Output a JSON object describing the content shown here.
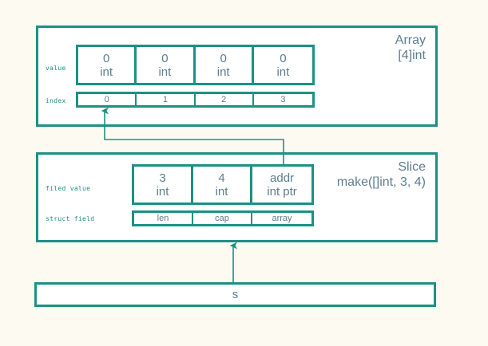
{
  "canvas": {
    "background_color": "#fdfaf1",
    "accent_color": "#1b9183",
    "text_color": "#5d7d91"
  },
  "array_section": {
    "title_line1": "Array",
    "title_line2": "[4]int",
    "value_row_label": "value",
    "index_row_label": "index",
    "values": [
      {
        "value": "0",
        "type": "int"
      },
      {
        "value": "0",
        "type": "int"
      },
      {
        "value": "0",
        "type": "int"
      },
      {
        "value": "0",
        "type": "int"
      }
    ],
    "indexes": [
      "0",
      "1",
      "2",
      "3"
    ]
  },
  "slice_section": {
    "title_line1": "Slice",
    "title_line2": "make([]int, 3, 4)",
    "value_row_label": "filed value",
    "field_row_label": "struct field",
    "values": [
      {
        "value": "3",
        "type": "int"
      },
      {
        "value": "4",
        "type": "int"
      },
      {
        "value": "addr",
        "type": "int ptr"
      }
    ],
    "fields": [
      "len",
      "cap",
      "array"
    ]
  },
  "variable_section": {
    "name": "s"
  },
  "connectors": [
    {
      "name": "array-pointer-to-index0",
      "from": "slice.array field",
      "to": "array index 0"
    },
    {
      "name": "variable-to-slice",
      "from": "variable s",
      "to": "slice header"
    }
  ]
}
